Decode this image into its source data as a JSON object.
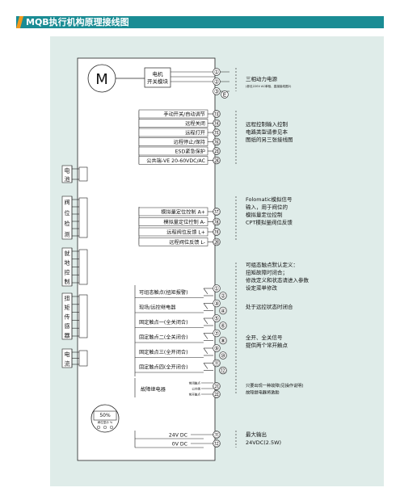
{
  "title": "MQB执行机构原理接线图",
  "colors": {
    "header": "#1a8c94",
    "accent": "#f39a1d",
    "panel": "#dfece9"
  },
  "motor": {
    "symbol": "M",
    "box_line1": "电机",
    "box_line2": "开关模块"
  },
  "motor_terminals": [
    "①",
    "②",
    "③",
    "E"
  ],
  "motor_notes": [
    "三相动力电源",
    "(参见220V AC单相、直接接线图2)"
  ],
  "remote_terminals": [
    {
      "label": "手动开关/自动调节",
      "num": "⑬"
    },
    {
      "label": "远程关闭",
      "num": "⑭"
    },
    {
      "label": "远程打开",
      "num": "⑮"
    },
    {
      "label": "远程停止/保持",
      "num": "⑯"
    },
    {
      "label": "ESD紧急保护",
      "num": "㉓"
    },
    {
      "label": "公共端-VE 20-60VDC/AC",
      "num": "㉔"
    }
  ],
  "remote_notes": [
    "远程控制输入控制",
    "电路类型请参见本",
    "图纸的另三张接线图"
  ],
  "modules": [
    {
      "id": "module-power",
      "label": "电池"
    },
    {
      "id": "module-position-detect",
      "label": "阀位检测"
    },
    {
      "id": "module-local-control",
      "label": "就地控制"
    },
    {
      "id": "module-torque-sensor",
      "label": "扭矩传感器"
    },
    {
      "id": "module-current",
      "label": "电流"
    }
  ],
  "analog_terminals": [
    {
      "label": "模拟量定位控制 A+",
      "num": "⑰"
    },
    {
      "label": "模拟量定位控制 A-",
      "num": "⑱"
    },
    {
      "label": "远程阀位反馈 L+",
      "num": "⑲"
    },
    {
      "label": "远程阀位反馈 L-",
      "num": "⑳"
    }
  ],
  "analog_notes": [
    "Folomatic模拟信号",
    "输入，用于阀位的",
    "模拟量定位控制",
    "CPT模拟量阀位反馈"
  ],
  "contacts": [
    {
      "label": "可组态触点(扭矩报警)",
      "nums": [
        "①",
        "②"
      ]
    },
    {
      "label": "现场/远控继电器",
      "nums": [
        "③",
        "④"
      ]
    },
    {
      "label": "固定触点一(全关闭合)",
      "nums": [
        "⑤",
        "⑥"
      ]
    },
    {
      "label": "固定触点二(全关闭合)",
      "nums": [
        "⑦",
        "⑧"
      ]
    },
    {
      "label": "固定触点三(全开闭合)",
      "nums": [
        "⑨",
        "⑩"
      ]
    },
    {
      "label": "固定触点四(全开闭合)",
      "nums": [
        "⑪",
        "⑫"
      ]
    }
  ],
  "contact_notes_1": [
    "可组态触点默认定义：",
    "扭矩故障时闭合；",
    "修改定义和状态请进入参数",
    "设定菜单修改"
  ],
  "contact_notes_2": [
    "处于远控状态时闭合"
  ],
  "contact_notes_3": [
    "全开、全关信号",
    "提供两个常开触点"
  ],
  "fault_relay": {
    "label": "故障继电器",
    "pins": [
      "常闭触点",
      "公共端",
      "常开触点"
    ],
    "nums": [
      "㉑",
      "㉒"
    ]
  },
  "fault_notes": [
    "只要出现一种故障(见操作说明)",
    "故障继电器将激励"
  ],
  "display": {
    "value": "50%",
    "caption": "阀位显示 %"
  },
  "power_out": [
    {
      "label": "24V DC",
      "num": "⑪"
    },
    {
      "label": "0V DC",
      "num": "⑫"
    }
  ],
  "power_notes": [
    "最大输出",
    "24VDC(2.5W)"
  ]
}
